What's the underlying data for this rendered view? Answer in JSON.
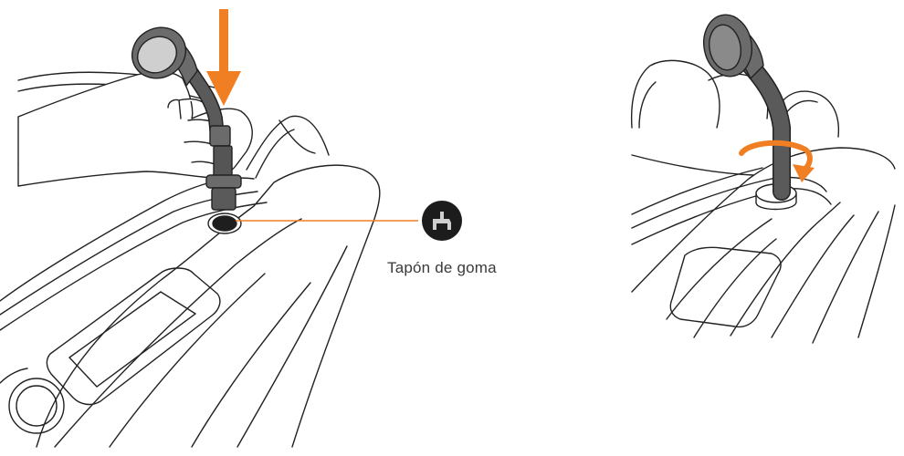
{
  "callout": {
    "label": "Tapón de goma",
    "icon": "rubber-plug-icon"
  },
  "colors": {
    "accent": "#f07f23",
    "line": "#222222",
    "hose": "#555555",
    "cap": "#6b6b6b",
    "cap_face": "#cfcfcf",
    "icon_bg": "#1c1c1c"
  },
  "steps": [
    {
      "name": "insert-hose",
      "arrow": "down-arrow"
    },
    {
      "name": "twist-to-lock",
      "arrow": "rotate-arrow"
    }
  ]
}
